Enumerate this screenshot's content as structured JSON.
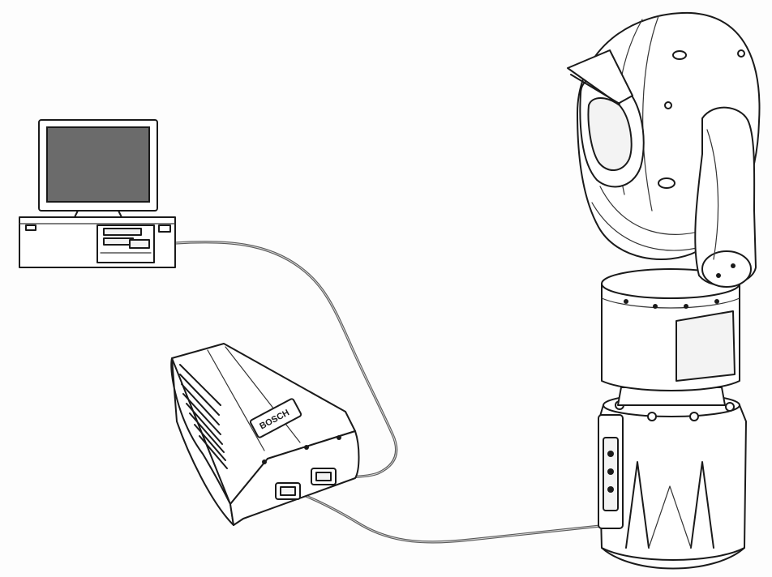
{
  "diagram": {
    "kind": "network-connection-illustration",
    "components": [
      {
        "id": "computer",
        "icon": "computer-workstation-icon"
      },
      {
        "id": "poe-injector",
        "icon": "power-over-ethernet-injector-icon",
        "brand_label": "BOSCH"
      },
      {
        "id": "ptz-camera",
        "icon": "ptz-dome-camera-icon"
      }
    ],
    "connections": [
      {
        "from": "computer",
        "to": "poe-injector",
        "style": "cable"
      },
      {
        "from": "poe-injector",
        "to": "ptz-camera",
        "style": "cable"
      }
    ],
    "colors": {
      "line": "#1a1a1a",
      "cable": "#5a5a5a",
      "screen": "#6b6b6b",
      "background": "#fdfdfd"
    }
  }
}
